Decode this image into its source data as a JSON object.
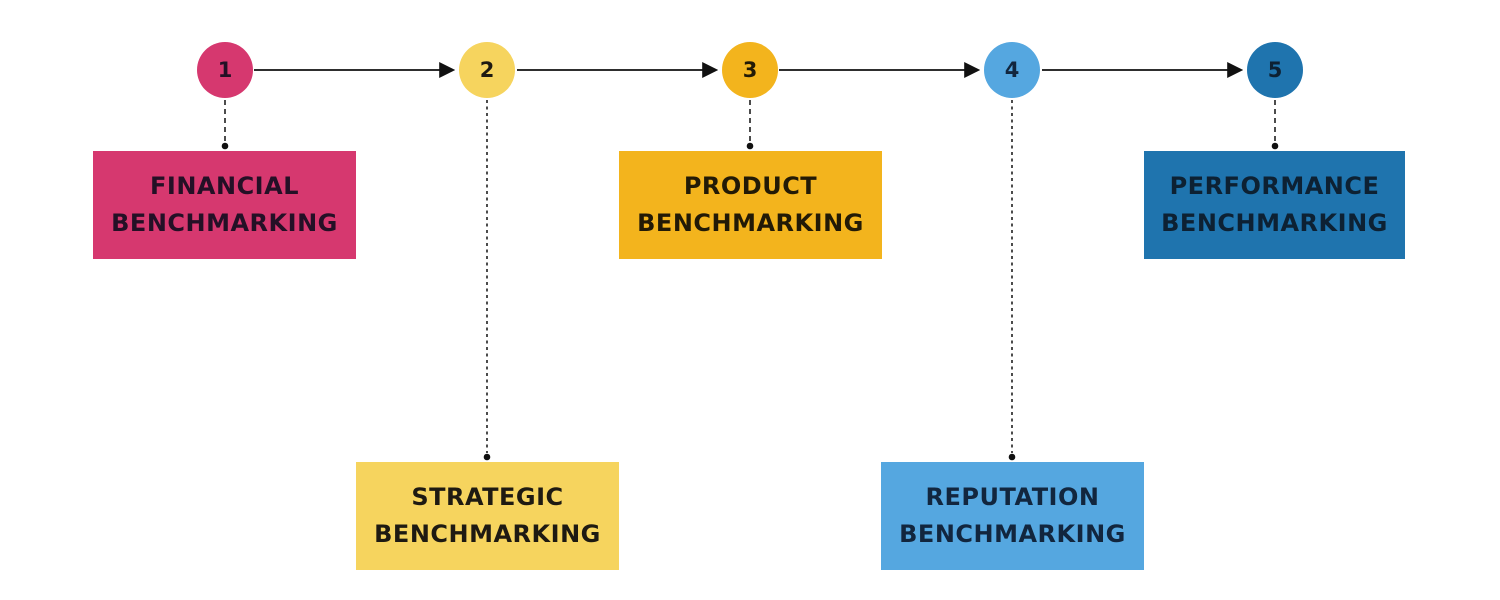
{
  "diagram": {
    "type": "process-timeline",
    "steps": [
      {
        "number": "1",
        "label_line1": "FINANCIAL",
        "label_line2": "BENCHMARKING",
        "color": "#D6386F",
        "text_color": "#241026",
        "placement": "top"
      },
      {
        "number": "2",
        "label_line1": "STRATEGIC",
        "label_line2": "BENCHMARKING",
        "color": "#F6D45E",
        "text_color": "#1E1A12",
        "placement": "bottom"
      },
      {
        "number": "3",
        "label_line1": "PRODUCT",
        "label_line2": "BENCHMARKING",
        "color": "#F3B41D",
        "text_color": "#221A06",
        "placement": "top"
      },
      {
        "number": "4",
        "label_line1": "REPUTATION",
        "label_line2": "BENCHMARKING",
        "color": "#55A7E0",
        "text_color": "#12263E",
        "placement": "bottom"
      },
      {
        "number": "5",
        "label_line1": "PERFORMANCE",
        "label_line2": "BENCHMARKING",
        "color": "#1F74AE",
        "text_color": "#0D2133",
        "placement": "top"
      }
    ]
  }
}
